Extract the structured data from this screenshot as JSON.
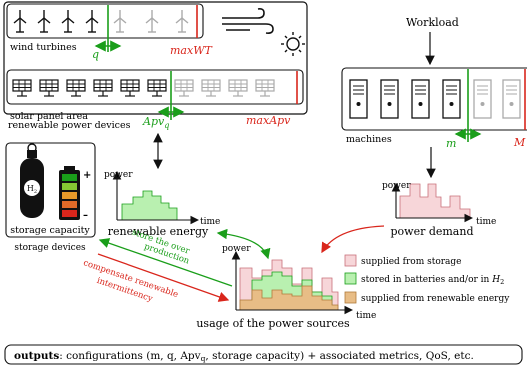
{
  "wind": {
    "label": "wind turbines",
    "q_label": "q",
    "max_label": "maxWT"
  },
  "solar": {
    "label": "solar panel area",
    "apv_label": "Apv",
    "apv_sub": "q",
    "max_label": "maxApv"
  },
  "renewable_devices_label": "renewable power devices",
  "workload_label": "Workload",
  "machines": {
    "label": "machines",
    "m_label": "m",
    "max_label": "M"
  },
  "storage": {
    "capacity_label": "storage capacity",
    "devices_label": "storage devices",
    "h2_label": "H",
    "h2_sub": "2",
    "plus": "+",
    "minus": "–"
  },
  "renewable_chart": {
    "ylabel": "power",
    "xlabel": "time",
    "caption": "renewable energy"
  },
  "demand_chart": {
    "ylabel": "power",
    "xlabel": "time",
    "caption": "power demand"
  },
  "usage_chart": {
    "ylabel": "power",
    "xlabel": "time",
    "caption": "usage of the power sources"
  },
  "arrows": {
    "store_line1": "store the over",
    "store_line2": "production",
    "comp_line1": "compensate renewable",
    "comp_line2": "intermittency"
  },
  "legend": {
    "from_storage": "supplied from storage",
    "stored_prefix": "stored in batteries and/or in",
    "stored_h": "H",
    "stored_sub": "2",
    "from_renewable": "supplied from renewable energy"
  },
  "outputs": {
    "bold": "outputs",
    "text": ": configurations (m, q, Apv",
    "sub": "q",
    "text2": ", storage capacity) + associated metrics, QoS, etc."
  },
  "colors": {
    "green": "#1a9e1a",
    "red": "#d9261c",
    "pink": "#f7d6d9",
    "pink_stroke": "#c9707a",
    "light_green": "#b9f0b0",
    "tan": "#e8bd86"
  }
}
